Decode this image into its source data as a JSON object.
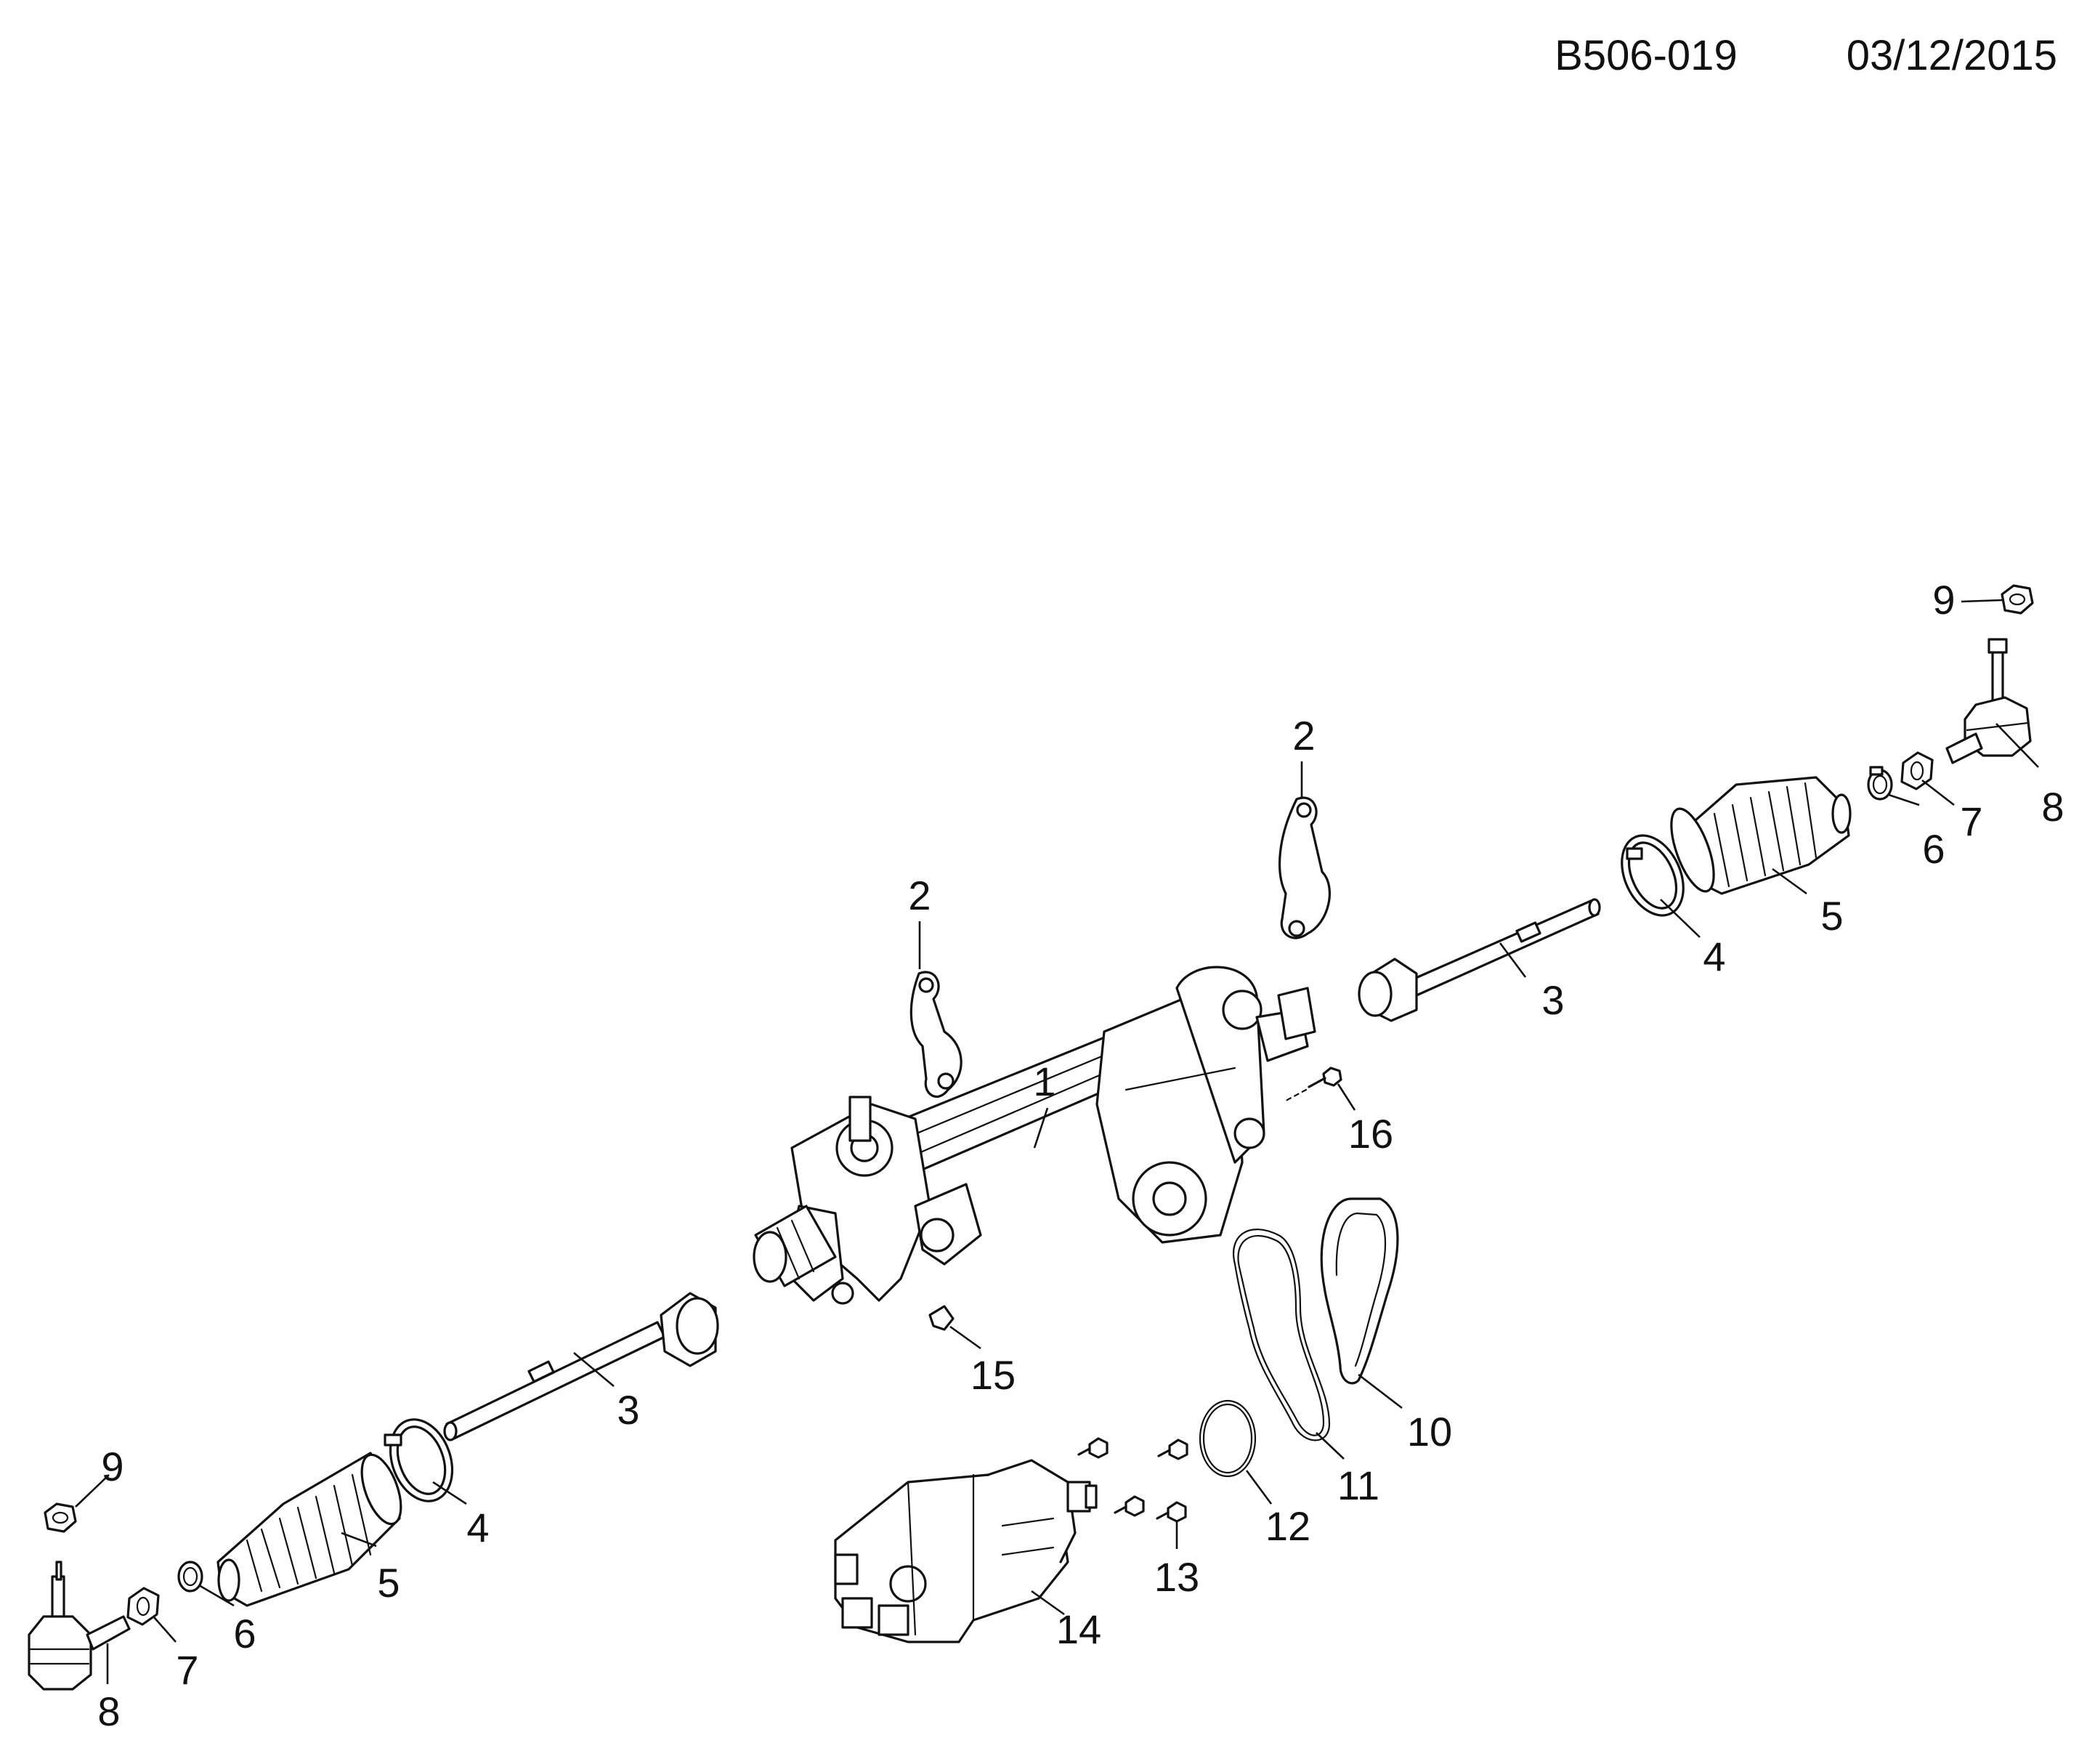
{
  "header": {
    "drawing_code": "B506-019",
    "date": "03/12/2015"
  },
  "callouts": [
    "1",
    "2",
    "2",
    "3",
    "3",
    "4",
    "4",
    "5",
    "5",
    "6",
    "6",
    "7",
    "7",
    "8",
    "8",
    "9",
    "9",
    "10",
    "11",
    "12",
    "13",
    "14",
    "15",
    "16"
  ]
}
